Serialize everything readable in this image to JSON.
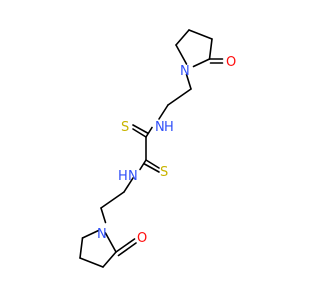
{
  "molecule": {
    "atoms": [
      {
        "id": "o1",
        "symbol": "O",
        "color": "#ff0d0d"
      },
      {
        "id": "n1",
        "symbol": "N",
        "color": "#3050f8"
      },
      {
        "id": "n2",
        "symbol": "N",
        "color": "#3050f8"
      },
      {
        "id": "s1",
        "symbol": "S",
        "color": "#c8b400"
      },
      {
        "id": "s2",
        "symbol": "S",
        "color": "#c8b400"
      },
      {
        "id": "n3",
        "symbol": "N",
        "color": "#3050f8"
      },
      {
        "id": "n4",
        "symbol": "N",
        "color": "#3050f8"
      },
      {
        "id": "o2",
        "symbol": "O",
        "color": "#ff0d0d"
      }
    ],
    "amide_h": "H"
  }
}
